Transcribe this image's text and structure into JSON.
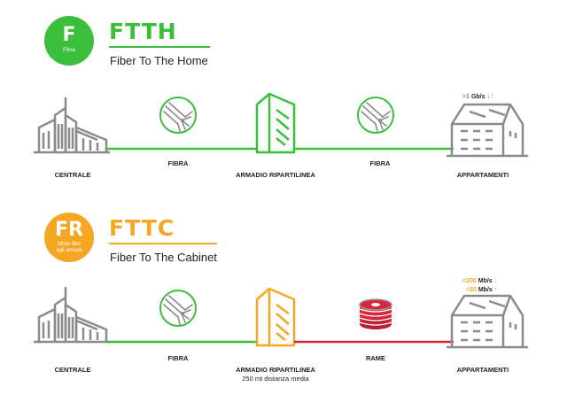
{
  "colors": {
    "green": "#3bbf3b",
    "orange": "#f5a623",
    "red": "#d8273a",
    "gray": "#8a8a8a"
  },
  "ftth": {
    "badge_letter": "F",
    "badge_sub": "Fibra",
    "title": "FTTH",
    "subtitle": "Fiber To The Home",
    "labels": {
      "centrale": "CENTRALE",
      "fibra1": "FIBRA",
      "armadio": "ARMADIO RIPARTILINEA",
      "fibra2": "FIBRA",
      "appartamenti": "APPARTAMENTI"
    },
    "speed": {
      "value": ">1",
      "unit": "Gb/s",
      "arrows": "↓↑"
    }
  },
  "fttc": {
    "badge_letter": "FR",
    "badge_sub_1": "Misto fibo",
    "badge_sub_2": "agli armadi",
    "title": "FTTC",
    "subtitle": "Fiber To The Cabinet",
    "labels": {
      "centrale": "CENTRALE",
      "fibra": "FIBRA",
      "armadio": "ARMADIO RIPARTILINEA",
      "armadio_sub": "250 mt distanza media",
      "rame": "RAME",
      "appartamenti": "APPARTAMENTI"
    },
    "speed_down": {
      "value": "<200",
      "unit": "Mb/s",
      "arrow": "↓"
    },
    "speed_up": {
      "value": "<20",
      "unit": "Mb/s",
      "arrow": "↑"
    }
  }
}
